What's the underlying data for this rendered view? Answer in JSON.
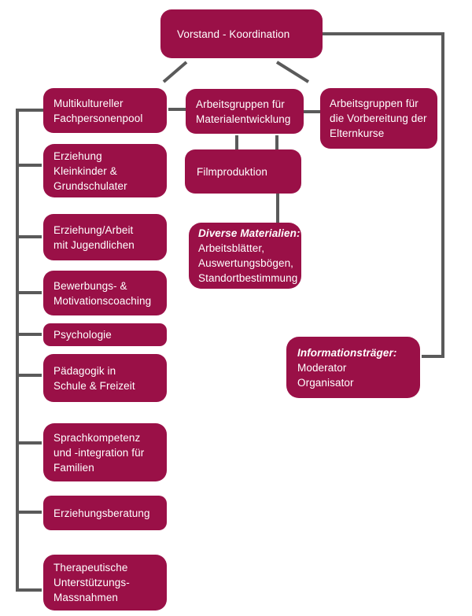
{
  "colors": {
    "node_fill": "#9A1047",
    "node_text": "#FFFFFF",
    "connector": "#5A5A5A",
    "background": "#FFFFFF"
  },
  "nodes": {
    "vorstand": {
      "lines": [
        "Vorstand - Koordination"
      ]
    },
    "multikultureller": {
      "lines": [
        "Multikultureller",
        "Fachpersonenpool"
      ]
    },
    "material": {
      "lines": [
        "Arbeitsgruppen für",
        "Materialentwicklung"
      ]
    },
    "elternkurse": {
      "lines": [
        "Arbeitsgruppen für",
        "die Vorbereitung der",
        "Elternkurse"
      ]
    },
    "filmproduktion": {
      "lines": [
        "Filmproduktion"
      ]
    },
    "diverse": {
      "heading": "Diverse Materialien:",
      "lines": [
        "Arbeitsblätter,",
        "Auswertungsbögen,",
        "Standortbestimmung"
      ]
    },
    "erziehung_kleinkinder": {
      "lines": [
        "Erziehung",
        "Kleinkinder &",
        "Grundschulater"
      ]
    },
    "erziehung_jugendliche": {
      "lines": [
        "Erziehung/Arbeit",
        "mit Jugendlichen"
      ]
    },
    "bewerbung": {
      "lines": [
        "Bewerbungs- &",
        "Motivationscoaching"
      ]
    },
    "psychologie": {
      "lines": [
        "Psychologie"
      ]
    },
    "paedagogik": {
      "lines": [
        "Pädagogik in",
        "Schule & Freizeit"
      ]
    },
    "sprachkompetenz": {
      "lines": [
        "Sprachkompetenz",
        "und -integration für",
        "Familien"
      ]
    },
    "erziehungsberatung": {
      "lines": [
        "Erziehungsberatung"
      ]
    },
    "therapeutisch": {
      "lines": [
        "Therapeutische",
        "Unterstützungs-",
        "Massnahmen"
      ]
    },
    "informationstraeger": {
      "heading": "Informationsträger:",
      "lines": [
        "Moderator",
        "Organisator"
      ]
    }
  }
}
